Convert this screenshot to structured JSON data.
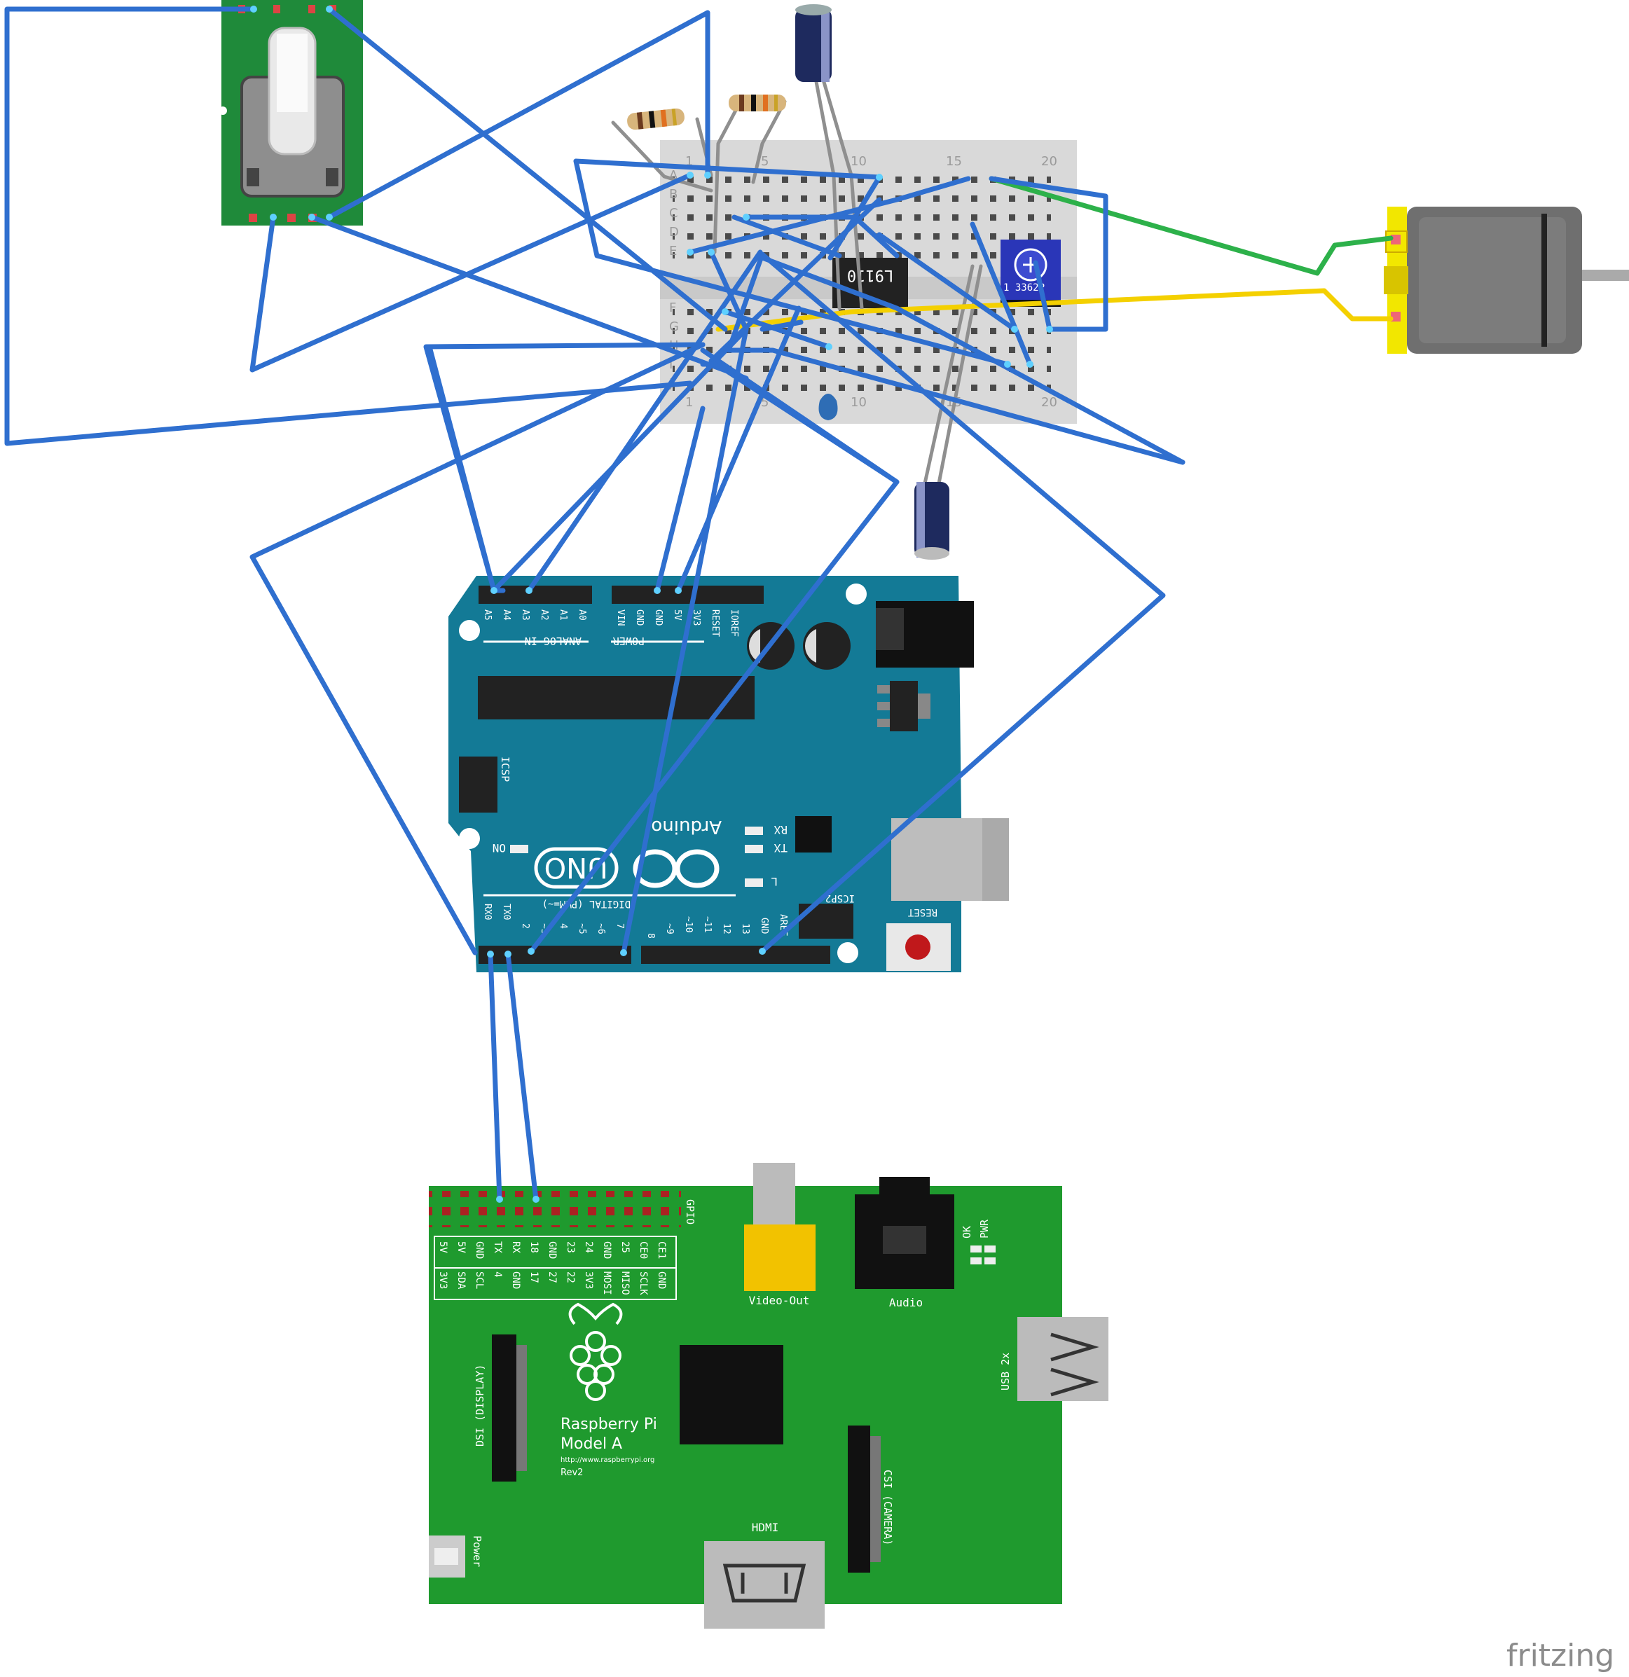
{
  "colors": {
    "jumper": "#2f6fcf",
    "jumper_edge": "#1f4f9f",
    "green_wire": "#2db14a",
    "yellow_wire": "#f4d000",
    "gray_lead": "#8f8f8f",
    "breadboard": "#d9d9d9",
    "encoder_pcb": "#1f8a3a",
    "arduino": "#137a96",
    "rpi": "#1f9a2e",
    "motor_body": "#6f6f6f",
    "motor_cap": "#f2e700",
    "capacitor": "#1e2a5e",
    "trimpot": "#2a36b8"
  },
  "breadboard": {
    "top_numbers": [
      "1",
      "5",
      "10",
      "15",
      "20"
    ],
    "bottom_numbers": [
      "1",
      "5",
      "10",
      "15",
      "20"
    ],
    "row_letters_top": [
      "A",
      "B",
      "C",
      "D",
      "E"
    ],
    "row_letters_bottom": [
      "F",
      "G",
      "H",
      "I",
      "J"
    ]
  },
  "ic": {
    "label": "L9110"
  },
  "trimpot": {
    "label": "1 3362P"
  },
  "arduino": {
    "analog_header": [
      "A5",
      "A4",
      "A3",
      "A2",
      "A1",
      "A0"
    ],
    "analog_title": "ANALOG IN",
    "power_header": [
      "VIN",
      "GND",
      "GND",
      "5V",
      "3V3",
      "RESET",
      "IOREF"
    ],
    "power_title": "POWER",
    "icsp_label": "ICSP",
    "icsp2_label": "ICSP2",
    "on_label": "ON",
    "rx_label": "RX",
    "tx_label": "TX",
    "l_label": "L",
    "logo_text": "Arduino",
    "model_text": "UNO",
    "digital_title": "DIGITAL (PWM=~)",
    "digital_low": [
      "RX0",
      "TX0",
      "2",
      "~3",
      "4",
      "~5",
      "~6",
      "7"
    ],
    "digital_high": [
      "8",
      "~9",
      "~10",
      "~11",
      "12",
      "13",
      "GND",
      "AREF"
    ],
    "reset_label": "RESET"
  },
  "rpi": {
    "gpio_label": "GPIO",
    "top_row": [
      "5V",
      "5V",
      "GND",
      "TX",
      "RX",
      "18",
      "GND",
      "23",
      "24",
      "GND",
      "25",
      "CE0",
      "CE1"
    ],
    "bottom_row": [
      "3V3",
      "SDA",
      "SCL",
      "4",
      "GND",
      "17",
      "27",
      "22",
      "3V3",
      "MOSI",
      "MISO",
      "SCLK",
      "GND"
    ],
    "video_out": "Video-Out",
    "audio": "Audio",
    "ok": "OK",
    "pwr": "PWR",
    "usb": "USB 2x",
    "dsi": "DSI (DISPLAY)",
    "csi": "CSI (CAMERA)",
    "hdmi": "HDMI",
    "power": "Power",
    "brand_line1": "Raspberry Pi",
    "brand_line2": "Model A",
    "url": "http://www.raspberrypi.org",
    "rev": "Rev2"
  },
  "watermark": "fritzing"
}
